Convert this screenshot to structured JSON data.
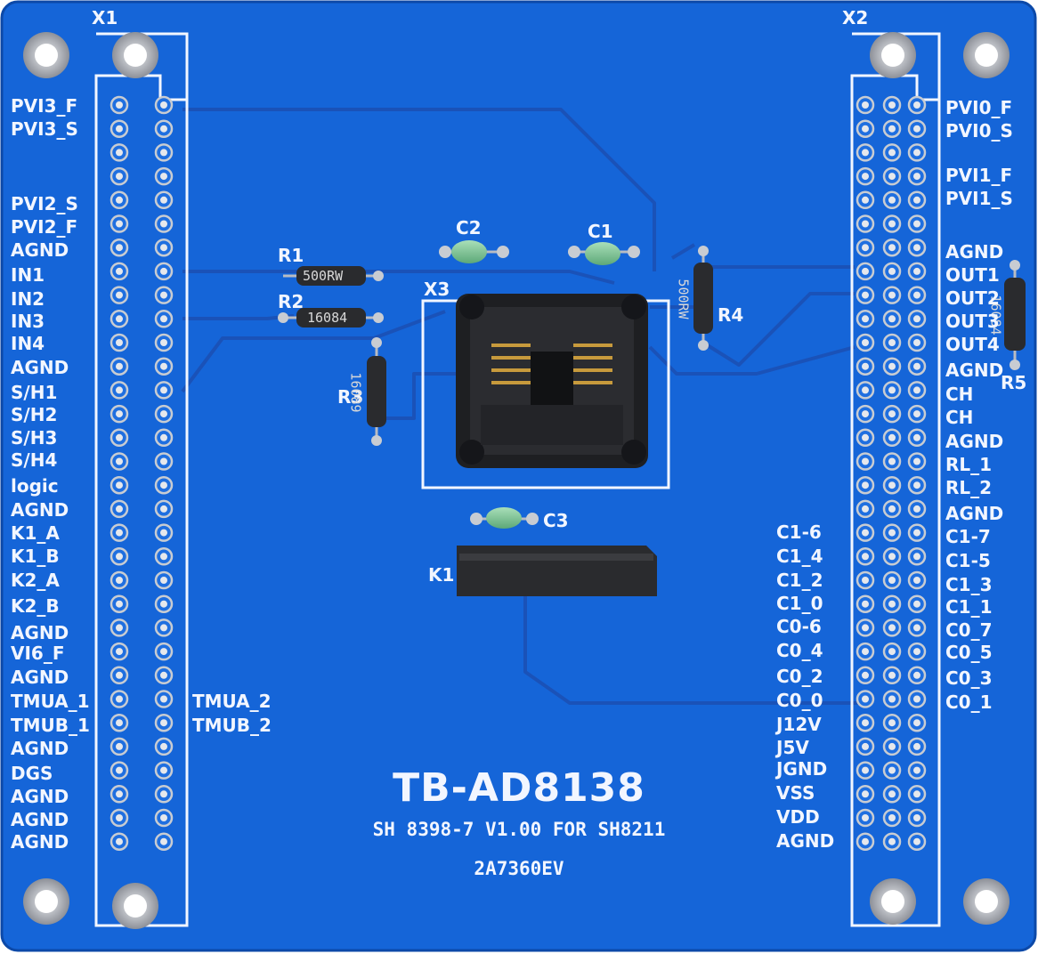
{
  "board": {
    "title": "TB-AD8138",
    "subtitle": "SH 8398-7 V1.00 FOR SH8211",
    "code": "2A7360EV"
  },
  "connectors": {
    "x1": "X1",
    "x2": "X2",
    "x3": "X3",
    "k1": "K1"
  },
  "left_pins": [
    "PVI3_F",
    "PVI3_S",
    "PVI2_S",
    "PVI2_F",
    "AGND",
    "IN1",
    "IN2",
    "IN3",
    "IN4",
    "AGND",
    "S/H1",
    "S/H2",
    "S/H3",
    "S/H4",
    "logic",
    "AGND",
    "K1_A",
    "K1_B",
    "K2_A",
    "K2_B",
    "AGND",
    "VI6_F",
    "AGND",
    "TMUA_1",
    "TMUB_1",
    "AGND",
    "DGS",
    "AGND",
    "AGND",
    "AGND"
  ],
  "left_inner_pins": [
    "TMUA_2",
    "TMUB_2"
  ],
  "right_pins": [
    "PVI0_F",
    "PVI0_S",
    "PVI1_F",
    "PVI1_S",
    "AGND",
    "OUT1",
    "OUT2",
    "OUT3",
    "OUT4",
    "AGND",
    "CH",
    "CH",
    "AGND",
    "RL_1",
    "RL_2",
    "AGND",
    "C1-7",
    "C1-5",
    "C1_3",
    "C1_1",
    "C0_7",
    "C0_5",
    "C0_3",
    "C0_1"
  ],
  "mid_pins": [
    "C1-6",
    "C1_4",
    "C1_2",
    "C1_0",
    "C0-6",
    "C0_4",
    "C0_2",
    "C0_0",
    "J12V",
    "J5V",
    "JGND",
    "VSS",
    "VDD",
    "AGND"
  ],
  "components": {
    "r1": "R1",
    "r2": "R2",
    "r3": "R3",
    "r4": "R4",
    "r5": "R5",
    "c1": "C1",
    "c2": "C2",
    "c3": "C3",
    "r1_marking": "500RW",
    "r2_marking": "16084",
    "r3_marking": "16089",
    "r4_marking": "500RW",
    "r5_marking": "16084"
  },
  "colors": {
    "pcb": "#1565d8",
    "silkscreen": "#f2f6ff",
    "trace": "#1a5cc9",
    "pad": "#c8ccd2",
    "socket": "#1e1f22",
    "relay": "#2a2b2e",
    "capacitor": "#7fc79a"
  }
}
